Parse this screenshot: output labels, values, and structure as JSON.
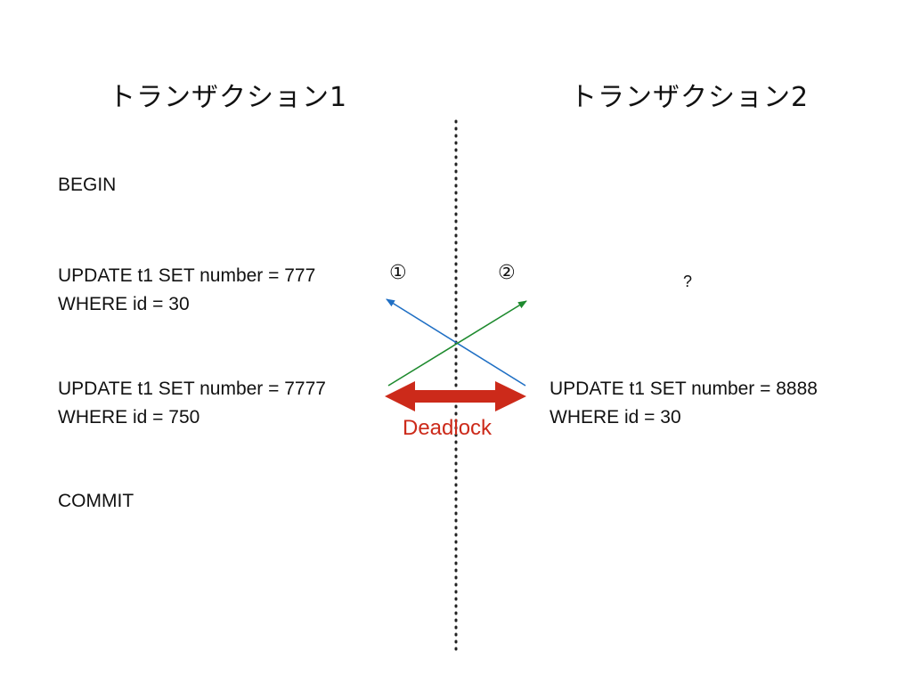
{
  "titles": {
    "left": "トランザクション1",
    "right": "トランザクション2"
  },
  "transaction1": {
    "begin": "BEGIN",
    "update1_line1": "UPDATE t1 SET number = 777",
    "update1_line2": "WHERE id = 30",
    "update2_line1": "UPDATE t1 SET number = 7777",
    "update2_line2": "WHERE id = 750",
    "commit": "COMMIT"
  },
  "transaction2": {
    "question": "?",
    "update_line1": "UPDATE t1 SET number = 8888",
    "update_line2": "WHERE id = 30"
  },
  "markers": {
    "first": "①",
    "second": "②"
  },
  "deadlock": {
    "label": "Deadlock"
  },
  "colors": {
    "blue_arrow": "#1f6fc4",
    "green_arrow": "#1e8a2e",
    "deadlock": "#cc2a1a",
    "divider": "#222222"
  }
}
